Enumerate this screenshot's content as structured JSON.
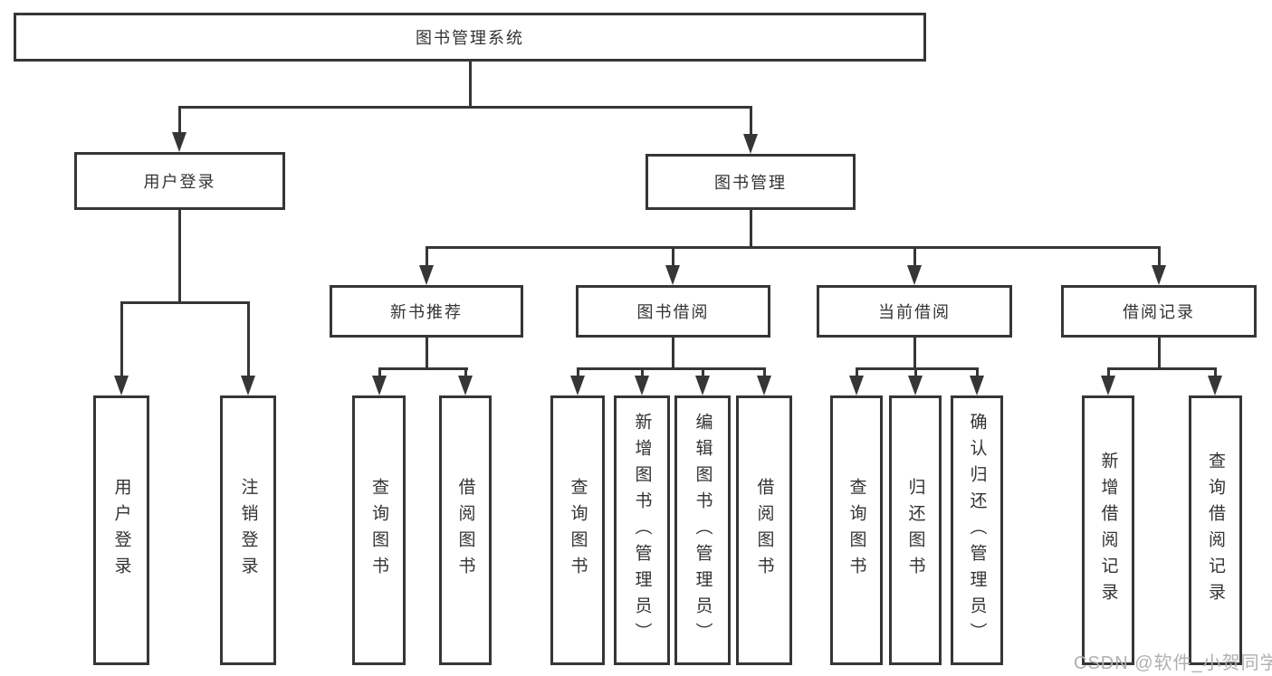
{
  "diagram": {
    "root": {
      "label": "图书管理系统"
    },
    "level2": [
      {
        "label": "用户登录"
      },
      {
        "label": "图书管理"
      }
    ],
    "level3": [
      {
        "label": "新书推荐"
      },
      {
        "label": "图书借阅"
      },
      {
        "label": "当前借阅"
      },
      {
        "label": "借阅记录"
      }
    ],
    "leaves": [
      {
        "label": "用户登录"
      },
      {
        "label": "注销登录"
      },
      {
        "label": "查询图书"
      },
      {
        "label": "借阅图书"
      },
      {
        "label": "查询图书"
      },
      {
        "label": "新增图书（管理员）"
      },
      {
        "label": "编辑图书（管理员）"
      },
      {
        "label": "借阅图书"
      },
      {
        "label": "查询图书"
      },
      {
        "label": "归还图书"
      },
      {
        "label": "确认归还（管理员）"
      },
      {
        "label": "新增借阅记录"
      },
      {
        "label": "查询借阅记录"
      }
    ],
    "colors": {
      "line": "#363636",
      "text": "#333333",
      "background": "#ffffff",
      "watermark": "#b0b0b0"
    },
    "watermark": {
      "text": "CSDN @软件_小贺同学"
    }
  }
}
